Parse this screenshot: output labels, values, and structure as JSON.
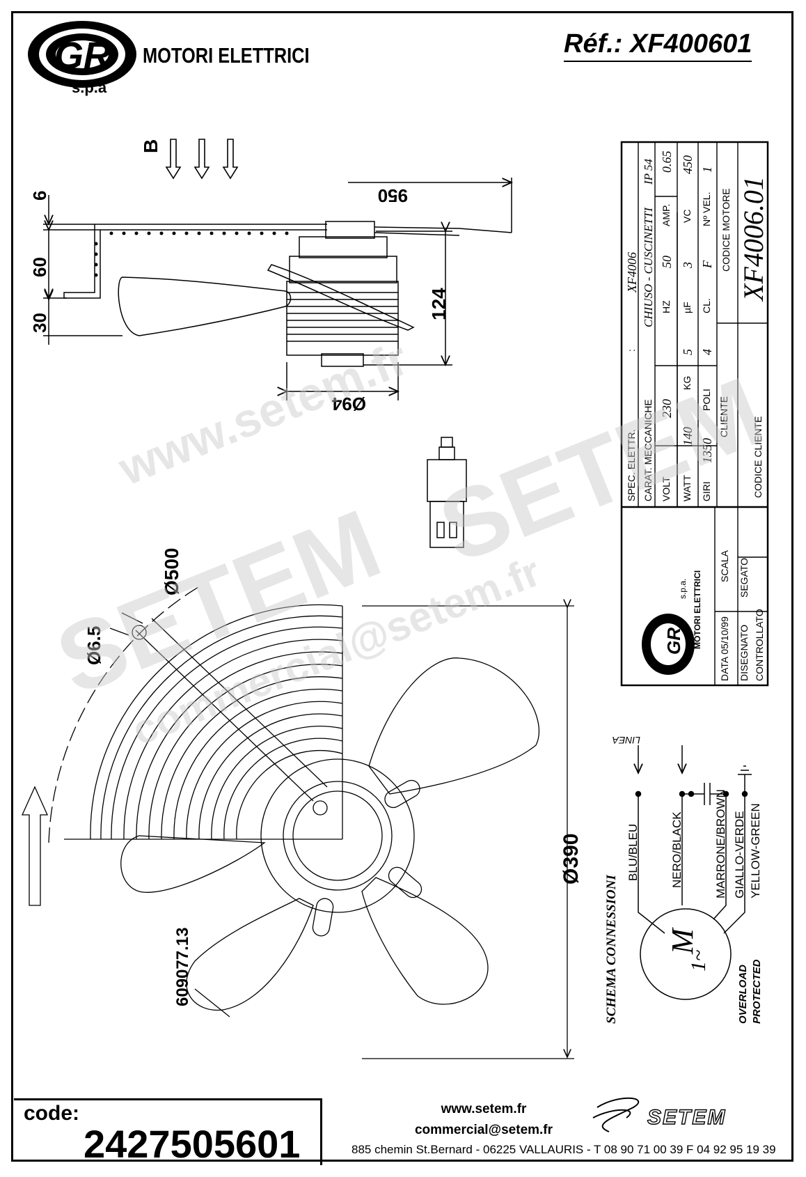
{
  "header": {
    "brand": "MOTORI ELETTRICI",
    "brand_suffix": "s.p.a",
    "reference": "Réf.: XF400601"
  },
  "dimensions": {
    "d6": "6",
    "d60": "60",
    "d30": "30",
    "d950": "950",
    "d124": "124",
    "d94": "Ø94",
    "d500": "Ø500",
    "d6_5": "Ø6.5",
    "d390": "Ø390",
    "part_no": "609077.13",
    "airflow": "B"
  },
  "spec_table": {
    "spec_elettr": "SPEC. ELETTR.",
    "colon": ":",
    "spec_value": "XF4006",
    "carat": "CARAT. MECCANICHE",
    "carat_value": "CHIUSO - CUSCINETTI",
    "ip": "IP 54",
    "volt_l": "VOLT",
    "volt": "230",
    "hz_l": "HZ",
    "hz": "50",
    "amp_l": "AMP.",
    "amp": "0.65",
    "watt_l": "WATT",
    "watt": "140",
    "kg_l": "KG",
    "kg": "5",
    "uf_l": "µF",
    "uf": "3",
    "vc_l": "VC",
    "vc": "450",
    "giri_l": "GIRI",
    "giri": "1350",
    "poli_l": "POLI",
    "poli": "4",
    "cl_l": "CL.",
    "cl": "F",
    "nvel_l": "Nº VEL.",
    "nvel": "1",
    "cliente": "CLIENTE",
    "codice_motore": "CODICE MOTORE",
    "motor_code": "XF4006.01",
    "codice_cliente": "CODICE CLIENTE",
    "data": "DATA 05/10/99",
    "scala": "SCALA",
    "disegnato": "DISEGNATO",
    "segato": "SEGATO",
    "controllato": "CONTROLLATO",
    "logo_spa": "s.p.a.",
    "logo_brand": "MOTORI ELETTRICI"
  },
  "wiring": {
    "linea": "LINEA",
    "blu": "BLU/BLEU",
    "nero": "NERO/BLACK",
    "marrone": "MARRONE/BROWN",
    "giallo": "GIALLO-VERDE",
    "yellow": "YELLOW-GREEN",
    "schema": "SCHEMA CONNESSIONI",
    "motor_m": "M",
    "motor_phase": "1~",
    "overload": "OVERLOAD",
    "protected": "PROTECTED"
  },
  "footer": {
    "code_label": "code:",
    "code_value": "2427505601",
    "website": "www.setem.fr",
    "email": "commercial@setem.fr",
    "address": "885 chemin St.Bernard  -  06225 VALLAURIS  -  T 08 90 71 00 39   F 04 92 95 19 39",
    "setem": "SETEM"
  },
  "watermark": {
    "site": "www.setem.fr",
    "name": "SETEM",
    "mail": "commercial@setem.fr"
  }
}
